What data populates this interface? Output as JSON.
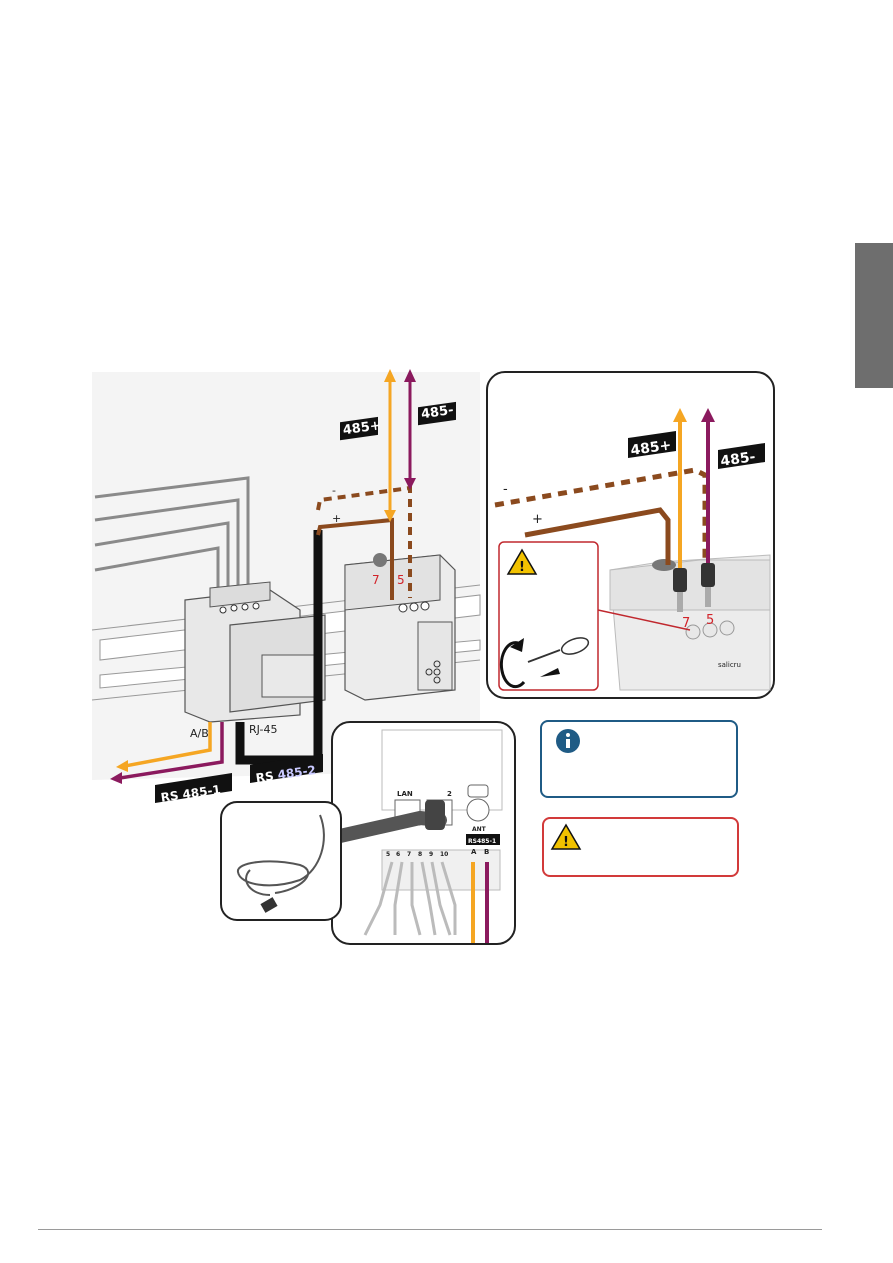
{
  "colors": {
    "orange": "#f5a623",
    "purple": "#8b1a5e",
    "brown": "#8b4a1e",
    "info_blue": "#1f5b85",
    "warn_red": "#d23a3a",
    "tab_gray": "#6e6e6e"
  },
  "labels": {
    "rs485_plus": "485+",
    "rs485_minus": "485-",
    "minus": "-",
    "plus": "+",
    "terminal_7": "7",
    "terminal_5": "5",
    "ab": "A/B",
    "rj45": "RJ-45",
    "rs485_1": "RS 485-1",
    "rs485_2_prefix": "RS ",
    "rs485_2_suffix": "485-2",
    "lan": "LAN",
    "port_suffix": "2",
    "ant": "ANT",
    "rs485_1_small": "RS485-1",
    "a": "A",
    "b": "B",
    "pins": [
      "5",
      "6",
      "7",
      "8",
      "9",
      "10"
    ],
    "brand": "salicru"
  },
  "icons": {
    "info": "info-icon",
    "warning": "warning-icon",
    "rotate": "rotate-arrow-icon",
    "screwdriver": "screwdriver-icon"
  }
}
